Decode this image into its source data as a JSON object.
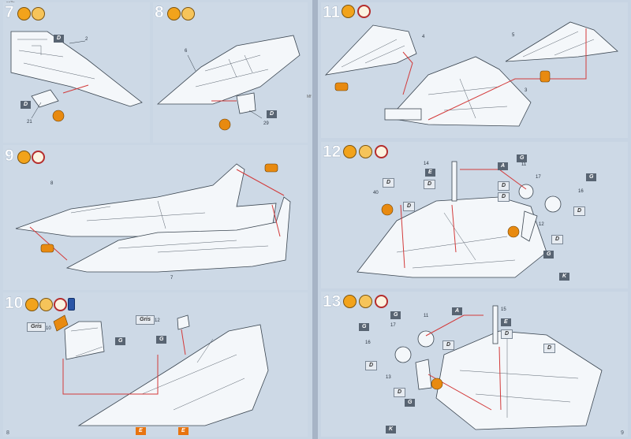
{
  "header": {
    "left_code": "ca3c",
    "gutter_note": "Mf"
  },
  "pages": {
    "left_number": "8",
    "right_number": "9"
  },
  "steps": [
    {
      "number": "7",
      "parts": [
        "2",
        "21"
      ],
      "tags": [
        "D",
        "D"
      ]
    },
    {
      "number": "8",
      "parts": [
        "6",
        "29"
      ],
      "tags": [
        "D"
      ]
    },
    {
      "number": "9",
      "parts": [
        "8",
        "7"
      ],
      "tags": []
    },
    {
      "number": "10",
      "parts": [
        "10",
        "12"
      ],
      "tags": [
        "G",
        "G",
        "E",
        "E"
      ],
      "labels": [
        "Gris",
        "Gris"
      ]
    },
    {
      "number": "11",
      "parts": [
        "4",
        "5",
        "3"
      ],
      "tags": []
    },
    {
      "number": "12",
      "parts": [
        "14",
        "11",
        "17",
        "16",
        "12",
        "40"
      ],
      "tags": [
        "E",
        "D",
        "A",
        "D",
        "G",
        "G",
        "D",
        "D",
        "D",
        "D",
        "D",
        "G",
        "K"
      ]
    },
    {
      "number": "13",
      "parts": [
        "15",
        "11",
        "17",
        "16",
        "13"
      ],
      "tags": [
        "G",
        "A",
        "E",
        "D",
        "D",
        "G",
        "D",
        "D",
        "G",
        "D",
        "K"
      ]
    }
  ],
  "colors": {
    "paper": "#c9d6e4",
    "paint_red": "#d33a3a",
    "glue_orange": "#f2a31b",
    "tag_grey": "#586472"
  },
  "icons": [
    "glue-icon",
    "paint-brush-icon",
    "clock-icon",
    "paint-bottle-icon",
    "cement-tube-icon"
  ]
}
